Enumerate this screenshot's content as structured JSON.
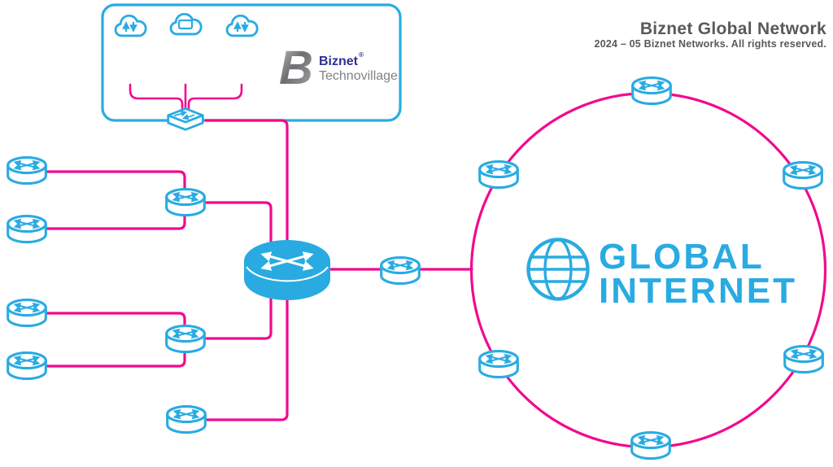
{
  "header": {
    "title": "Biznet Global Network",
    "subtitle": "2024 – 05 Biznet Networks. All rights reserved."
  },
  "technovillage": {
    "logo_mark": "B",
    "brand": "Biznet",
    "reg_mark": "®",
    "suffix": "Technovillage"
  },
  "global_internet": {
    "line1": "GLOBAL",
    "line2": "INTERNET"
  },
  "colors": {
    "blue": "#29ABE2",
    "pink": "#F2098F",
    "title_gray": "#58595B",
    "brand_navy": "#2E3192",
    "brand_gray": "#808285"
  },
  "icons": {
    "cloud-transfer-icon": "cloud outline with up/down arrows",
    "cloud-server-icon": "cloud outline with server box",
    "switch-icon": "flat 3D LAN switch with arrows",
    "router-icon": "cylinder router with crossed arrows",
    "core-router-icon": "solid blue cylinder router with white crossed arrows",
    "globe-icon": "wireframe globe"
  },
  "network": {
    "left_edge_routers": 4,
    "aggregation_routers": 2,
    "bottom_access_router": 1,
    "technovillage_switch": 1,
    "core_router": 1,
    "border_router": 1,
    "internet_ring_routers": 6
  }
}
